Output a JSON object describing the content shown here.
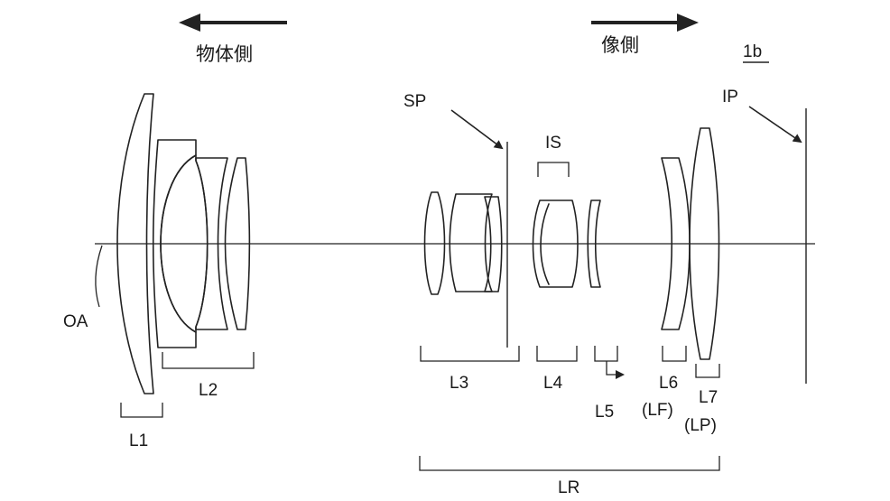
{
  "figure_id": "1b",
  "direction": {
    "object_side": "物体側",
    "image_side": "像側"
  },
  "labels": {
    "optical_axis": "OA",
    "stop": "SP",
    "image_plane": "IP",
    "stabilizer": "IS"
  },
  "lens_groups": [
    {
      "id": "L1",
      "label": "L1"
    },
    {
      "id": "L2",
      "label": "L2"
    },
    {
      "id": "L3",
      "label": "L3"
    },
    {
      "id": "L4",
      "label": "L4"
    },
    {
      "id": "L5",
      "label": "L5"
    },
    {
      "id": "L6",
      "label": "L6",
      "sublabel": "(LF)"
    },
    {
      "id": "L7",
      "label": "L7",
      "sublabel": "(LP)"
    }
  ],
  "rear_group": {
    "label": "LR"
  },
  "colors": {
    "line": "#222222",
    "background": "#ffffff"
  }
}
